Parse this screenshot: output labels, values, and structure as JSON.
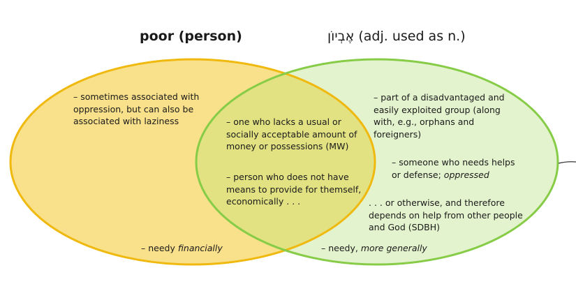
{
  "colors": {
    "left_fill": "#f9e08a",
    "left_stroke": "#f0b90f",
    "right_fill": "#e3f3cd",
    "right_stroke": "#86cc47",
    "overlap_fill": "#e2e283",
    "connector": "#333333"
  },
  "title_left": "poor (person)",
  "title_right": {
    "hebrew": "אֶבְיוֹן",
    "rest": "(adj. used as n.)"
  },
  "left": {
    "note_top": "– sometimes associated with oppression, but can also be associated with laziness",
    "note_bottom_prefix": "– needy ",
    "note_bottom_italic": "financially"
  },
  "overlap": {
    "def1": "– one who lacks a usual or socially acceptable amount of money or possessions (MW)",
    "def2": "– person who does not have means to provide for themself, economically . . ."
  },
  "right": {
    "note_top": "– part of a disadvantaged and easily exploited group (along with, e.g., orphans and foreigners)",
    "note_mid_prefix": "– someone who needs helps or defense; ",
    "note_mid_italic": "oppressed",
    "note_low": ". . . or otherwise, and therefore depends on help from other people and God (SDBH)",
    "note_bottom_prefix": "– needy, ",
    "note_bottom_italic": "more generally"
  }
}
